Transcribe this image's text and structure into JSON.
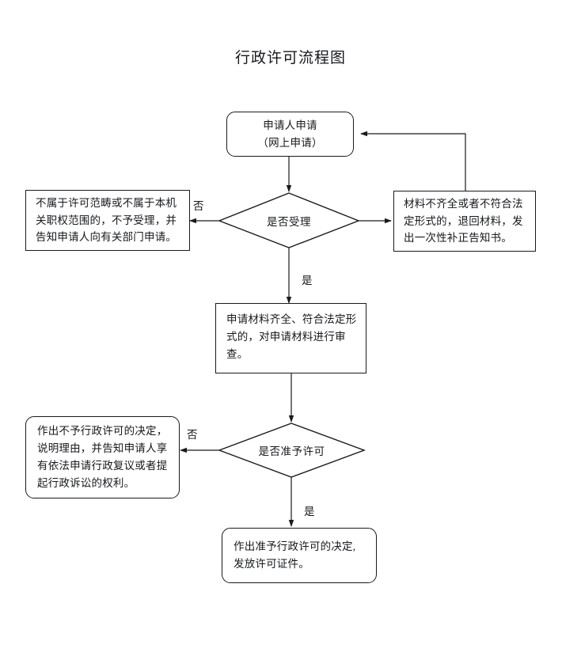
{
  "document": {
    "title": "行政许可流程图"
  },
  "nodes": {
    "apply": {
      "line1": "申请人申请",
      "line2": "（网上申请）",
      "shape": "rounded-rectangle"
    },
    "reject_scope": {
      "text": "不属于许可范畴或不属于本机关职权范围的，不予受理，并告知申请人向有关部门申请。",
      "shape": "rectangle"
    },
    "decide_accept": {
      "text": "是否受理",
      "shape": "diamond"
    },
    "return_materials": {
      "text": "材料不齐全或者不符合法定形式的，退回材料，发出一次性补正告知书。",
      "shape": "rectangle"
    },
    "review": {
      "text": "申请材料齐全、符合法定形式的，对申请材料进行审查。",
      "shape": "rectangle"
    },
    "decide_permit": {
      "text": "是否准予许可",
      "shape": "diamond"
    },
    "deny_decision": {
      "text": "作出不予行政许可的决定，说明理由，并告知申请人享有依法申请行政复议或者提起行政诉讼的权利。",
      "shape": "rounded-rectangle"
    },
    "grant_decision": {
      "text": "作出准予行政许可的决定, 发放许可证件。",
      "shape": "rounded-rectangle"
    }
  },
  "edge_labels": {
    "accept_no": "否",
    "accept_yes": "是",
    "permit_no": "否",
    "permit_yes": "是"
  },
  "colors": {
    "stroke": "#1a1a1a",
    "text": "#16181c",
    "background": "#ffffff"
  }
}
